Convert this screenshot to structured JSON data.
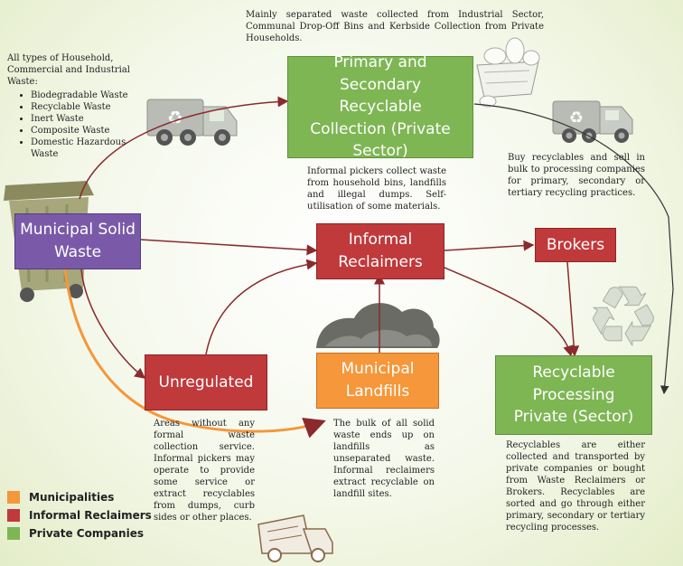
{
  "boxes": {
    "primary": "Primary and Secondary Recyclable Collection (Private Sector)",
    "municipal": "Municipal Solid Waste",
    "informal": "Informal Reclaimers",
    "brokers": "Brokers",
    "unregulated": "Unregulated",
    "landfills": "Municipal Landfills",
    "recyclable": "Recyclable Processing Private (Sector)"
  },
  "notes": {
    "top": "Mainly separated waste collected from Industrial Sector, Communal Drop-Off Bins and Kerbside Collection from Private Households.",
    "household_title": "All types of Household, Commercial and Industrial Waste:",
    "household_items": [
      "Biodegradable Waste",
      "Recyclable Waste",
      "Inert Waste",
      "Composite Waste",
      "Domestic Hazardous Waste"
    ],
    "pickers": "Informal pickers collect waste from household bins, landfills and illegal dumps. Self-utilisation of some materials.",
    "brokers": "Buy recyclables and sell in bulk to processing companies for primary, secondary or tertiary recycling practices.",
    "unregulated": "Areas without any formal waste collection service. Informal pickers may operate to provide some service or extract recyclables from dumps, curb sides or other places.",
    "landfills": "The bulk of all solid waste ends up on landfills as unseparated waste. Informal reclaimers extract recyclable on landfill sites.",
    "recyclable": "Recyclables are either collected and transported by private companies or bought from Waste Reclaimers or Brokers. Recyclables are sorted and go through either primary, secondary or tertiary recycling processes."
  },
  "legend": [
    {
      "label": "Municipalities",
      "color": "#f5973a"
    },
    {
      "label": "Informal Reclaimers",
      "color": "#c0393b"
    },
    {
      "label": "Private Companies",
      "color": "#7eb654"
    }
  ],
  "icons": [
    "truck-icon",
    "recycle-icon",
    "wheelie-bin-icon",
    "garbage-truck-icon",
    "landfill-heap-icon",
    "recyclables-basket-icon"
  ]
}
